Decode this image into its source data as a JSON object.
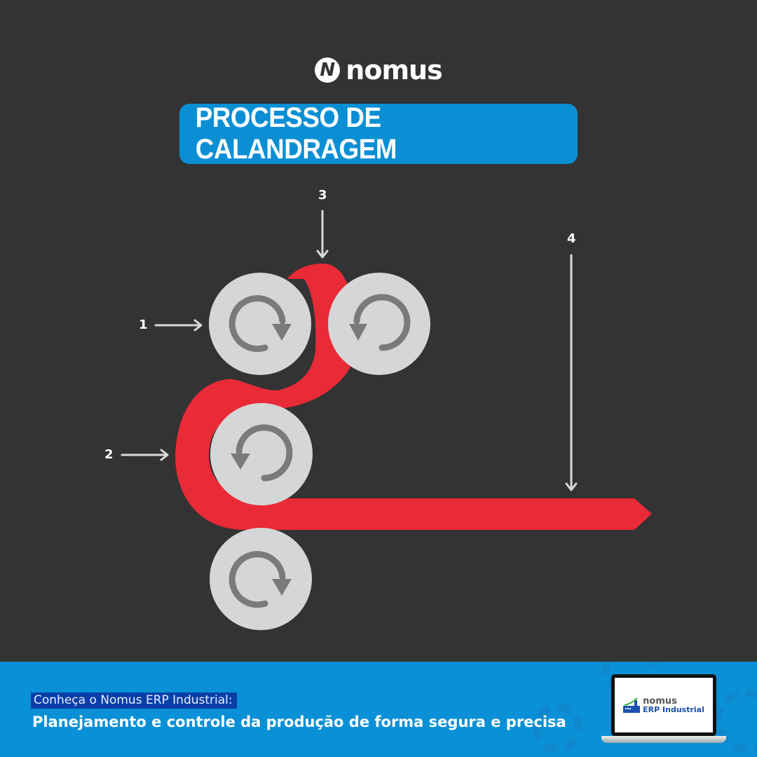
{
  "brand": {
    "logo_mark": "N",
    "name": "nomus"
  },
  "title": "PROCESSO DE CALANDRAGEM",
  "diagram": {
    "labels": [
      {
        "id": "1",
        "text": "1",
        "points_to": "top-left roller (feed)"
      },
      {
        "id": "2",
        "text": "2",
        "points_to": "material wrapping middle roller"
      },
      {
        "id": "3",
        "text": "3",
        "points_to": "material between top rollers"
      },
      {
        "id": "4",
        "text": "4",
        "points_to": "output calendered sheet"
      }
    ],
    "rollers": [
      {
        "position": "top-left",
        "rotation": "clockwise-icon"
      },
      {
        "position": "top-right",
        "rotation": "counterclockwise-icon"
      },
      {
        "position": "middle",
        "rotation": "counterclockwise-icon"
      },
      {
        "position": "bottom",
        "rotation": "clockwise-icon"
      }
    ],
    "colors": {
      "background": "#333333",
      "roller": "#d5d6d8",
      "rotation_icon": "#7a7a7a",
      "material": "#e92a37",
      "arrow": "#d9d9d9",
      "title_box": "#0a8fd4"
    }
  },
  "footer": {
    "kicker": "Conheça o Nomus ERP Industrial:",
    "headline": "Planejamento e controle da produção de forma segura e precisa",
    "laptop": {
      "brand": "nomus",
      "product": "ERP Industrial"
    },
    "background": "#0a90d6"
  }
}
